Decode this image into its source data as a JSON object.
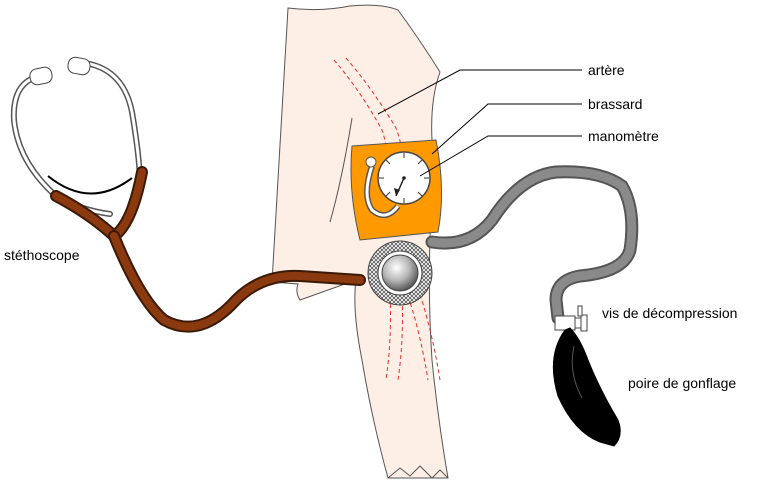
{
  "labels": {
    "artere": "artère",
    "brassard": "brassard",
    "manometre": "manomètre",
    "stethoscope": "stéthoscope",
    "vis": "vis de décompression",
    "poire": "poire de gonflage"
  },
  "colors": {
    "background": "#ffffff",
    "arm_skin": "#fdeee6",
    "artery": "#e03030",
    "cuff": "#ff9900",
    "stethoscope_tube": "#8b3a10",
    "pressure_tube": "#777777",
    "bulb": "#000000"
  },
  "icons": [
    "stethoscope-icon",
    "arm-icon",
    "cuff-icon",
    "manometer-gauge-icon",
    "chestpiece-icon",
    "valve-icon",
    "bulb-icon"
  ]
}
